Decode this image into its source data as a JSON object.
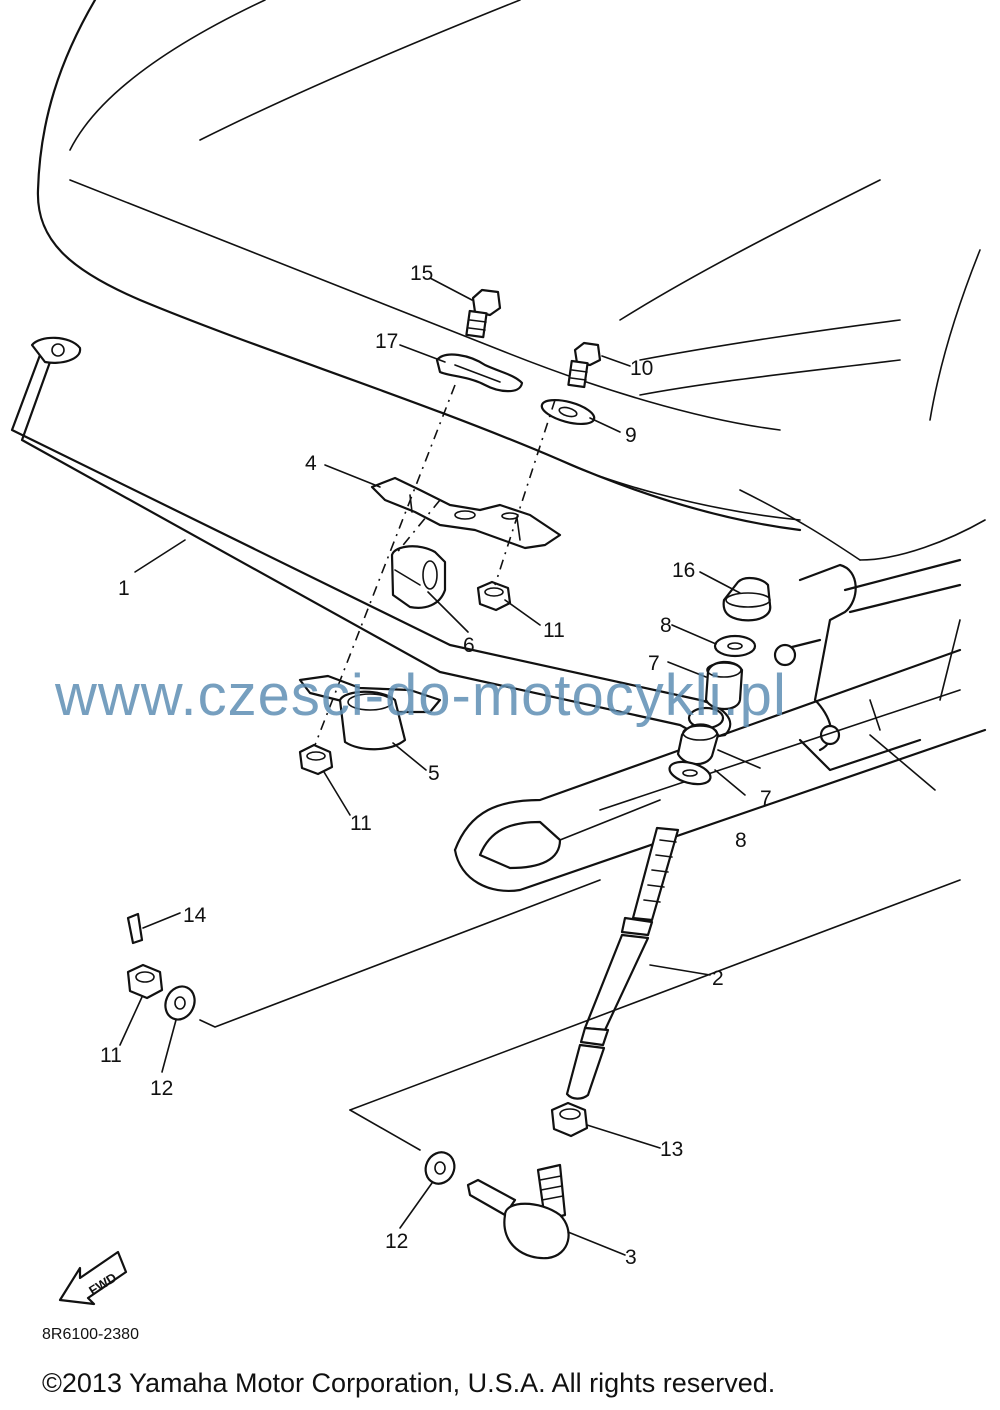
{
  "callouts": {
    "c1": "1",
    "c2": "2",
    "c3": "3",
    "c4": "4",
    "c5": "5",
    "c6": "6",
    "c7a": "7",
    "c7b": "7",
    "c8a": "8",
    "c8b": "8",
    "c9": "9",
    "c10": "10",
    "c11a": "11",
    "c11b": "11",
    "c11c": "11",
    "c12a": "12",
    "c12b": "12",
    "c13": "13",
    "c14": "14",
    "c15": "15",
    "c16": "16",
    "c17": "17"
  },
  "forward_arrow_label": "FWD",
  "watermark": "www.czesci-do-motocykli.pl",
  "diagram_code": "8R6100-2380",
  "copyright": "©2013 Yamaha Motor Corporation, U.S.A. All rights reserved.",
  "icons": {
    "forward": "forward-arrow-icon"
  }
}
